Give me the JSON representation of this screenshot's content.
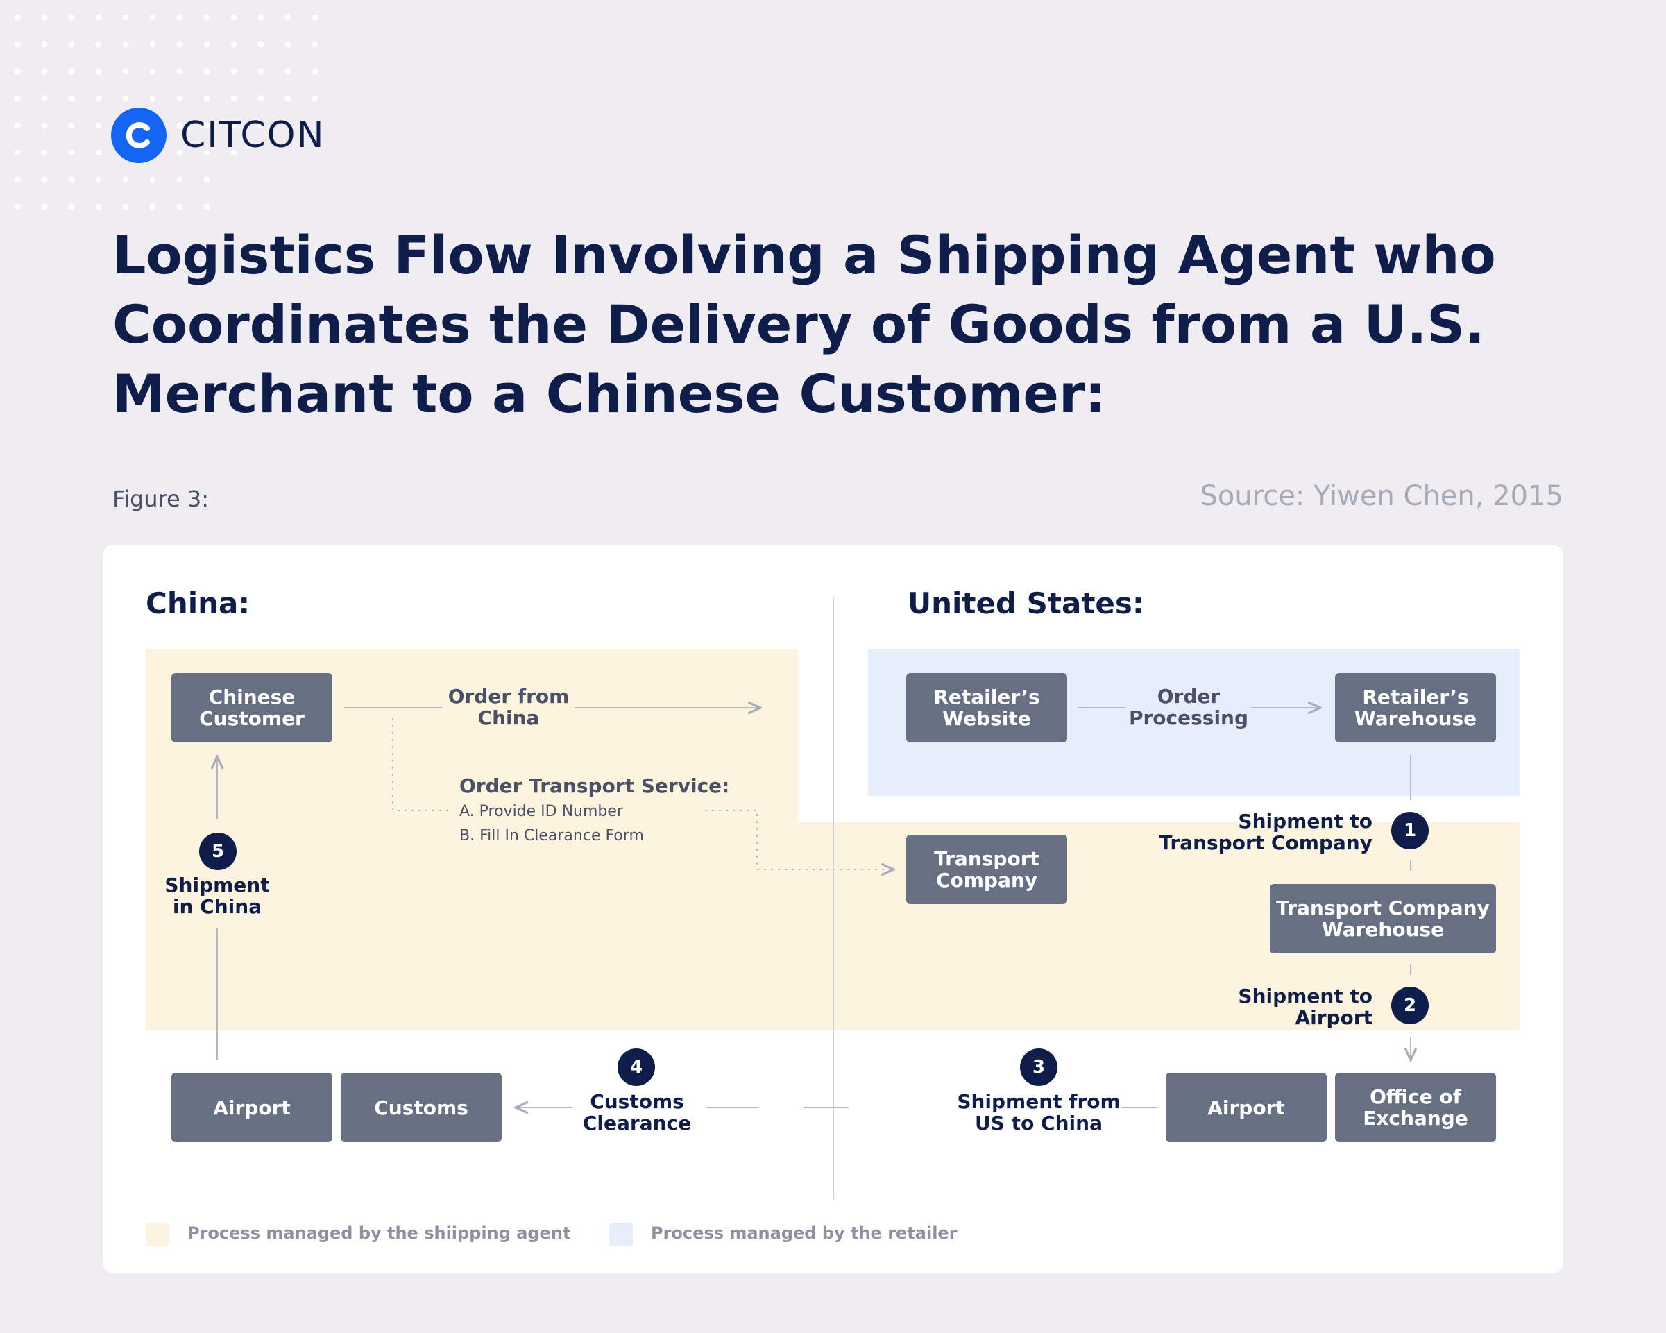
{
  "brand": {
    "name": "CITCON",
    "color": "#1565f5"
  },
  "title": "Logistics Flow Involving a Shipping Agent who Coordinates the Delivery of Goods from a U.S. Merchant to a Chinese Customer:",
  "figure_label": "Figure 3:",
  "source": "Source: Yiwen Chen, 2015",
  "colors": {
    "shipping_agent_zone": "#fdf4df",
    "retailer_zone": "#e6eefc",
    "box_fill": "#676f82",
    "step_badge": "#0f1d4a"
  },
  "regions": {
    "china": "China:",
    "us": "United States:"
  },
  "nodes": {
    "chinese_customer": "Chinese\nCustomer",
    "retailers_website": "Retailer’s\nWebsite",
    "retailers_warehouse": "Retailer’s\nWarehouse",
    "transport_company": "Transport\nCompany",
    "transport_company_warehouse": "Transport Company\nWarehouse",
    "office_of_exchange": "Office of\nExchange",
    "us_airport": "Airport",
    "customs": "Customs",
    "china_airport": "Airport"
  },
  "edges": {
    "order_from_china": "Order from\nChina",
    "order_processing": "Order\nProcessing",
    "order_transport_service": {
      "title": "Order Transport Service:",
      "item_a": "A. Provide ID Number",
      "item_b": "B. Fill In Clearance Form"
    }
  },
  "steps": [
    {
      "number": "1",
      "label": "Shipment to\nTransport Company"
    },
    {
      "number": "2",
      "label": "Shipment to\nAirport"
    },
    {
      "number": "3",
      "label": "Shipment from\nUS to China"
    },
    {
      "number": "4",
      "label": "Customs\nClearance"
    },
    {
      "number": "5",
      "label": "Shipment\nin China"
    }
  ],
  "legend": {
    "shipping_agent": "Process managed by the shiipping agent",
    "retailer": "Process managed by the retailer"
  }
}
